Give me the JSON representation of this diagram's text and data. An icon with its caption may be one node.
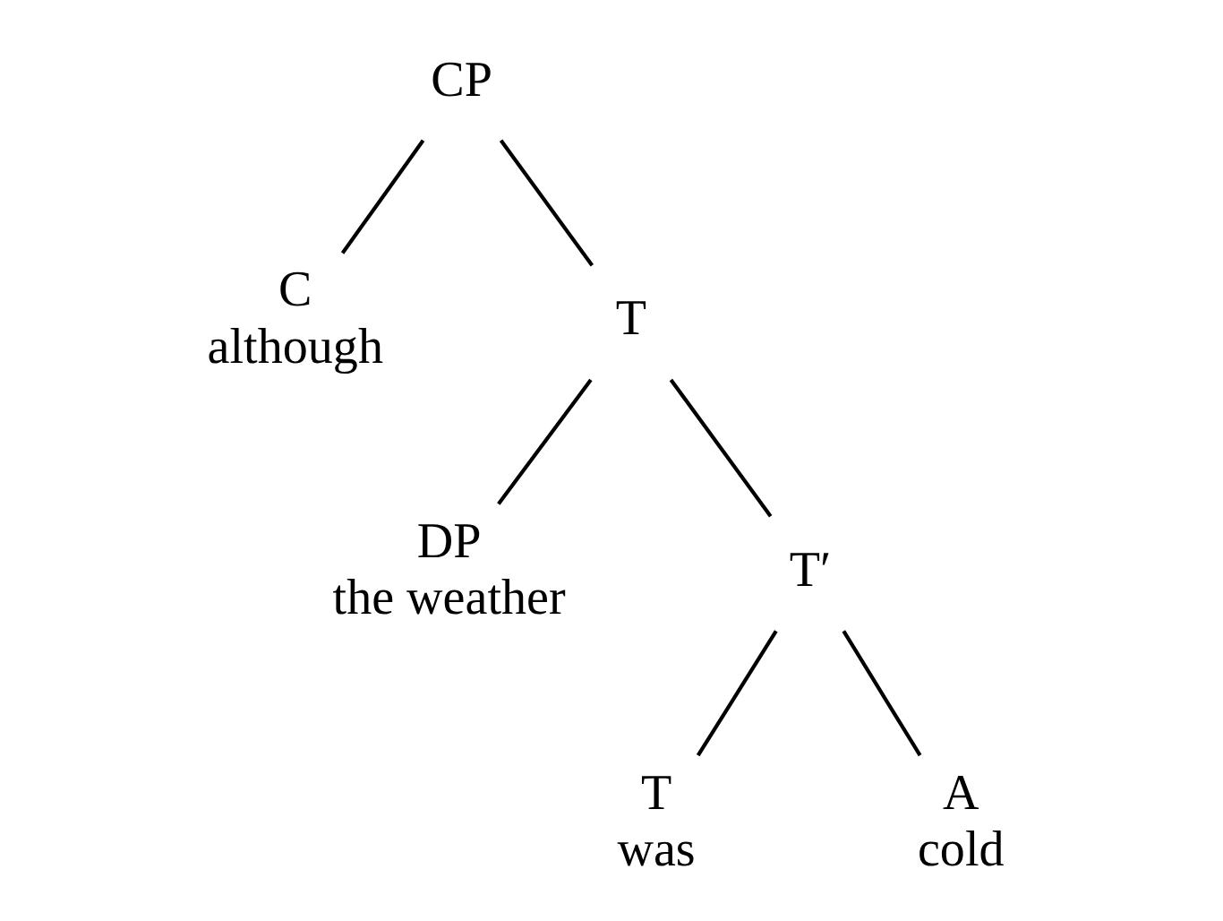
{
  "diagram": {
    "nodes": [
      {
        "text": [
          "CP"
        ]
      },
      {
        "text": [
          "C",
          "although"
        ]
      },
      {
        "text": [
          "T"
        ]
      },
      {
        "text": [
          "DP",
          "the weather"
        ]
      },
      {
        "text": [
          "T′"
        ]
      },
      {
        "text": [
          "T",
          "was"
        ]
      },
      {
        "text": [
          "A",
          "cold"
        ]
      }
    ],
    "edges": [
      {
        "from": 0,
        "to": 1,
        "arrow": "none"
      },
      {
        "from": 0,
        "to": 2,
        "arrow": "none"
      },
      {
        "from": 2,
        "to": 3,
        "arrow": "none"
      },
      {
        "from": 2,
        "to": 4,
        "arrow": "none"
      },
      {
        "from": 4,
        "to": 5,
        "arrow": "none"
      },
      {
        "from": 4,
        "to": 6,
        "arrow": "none"
      }
    ]
  }
}
